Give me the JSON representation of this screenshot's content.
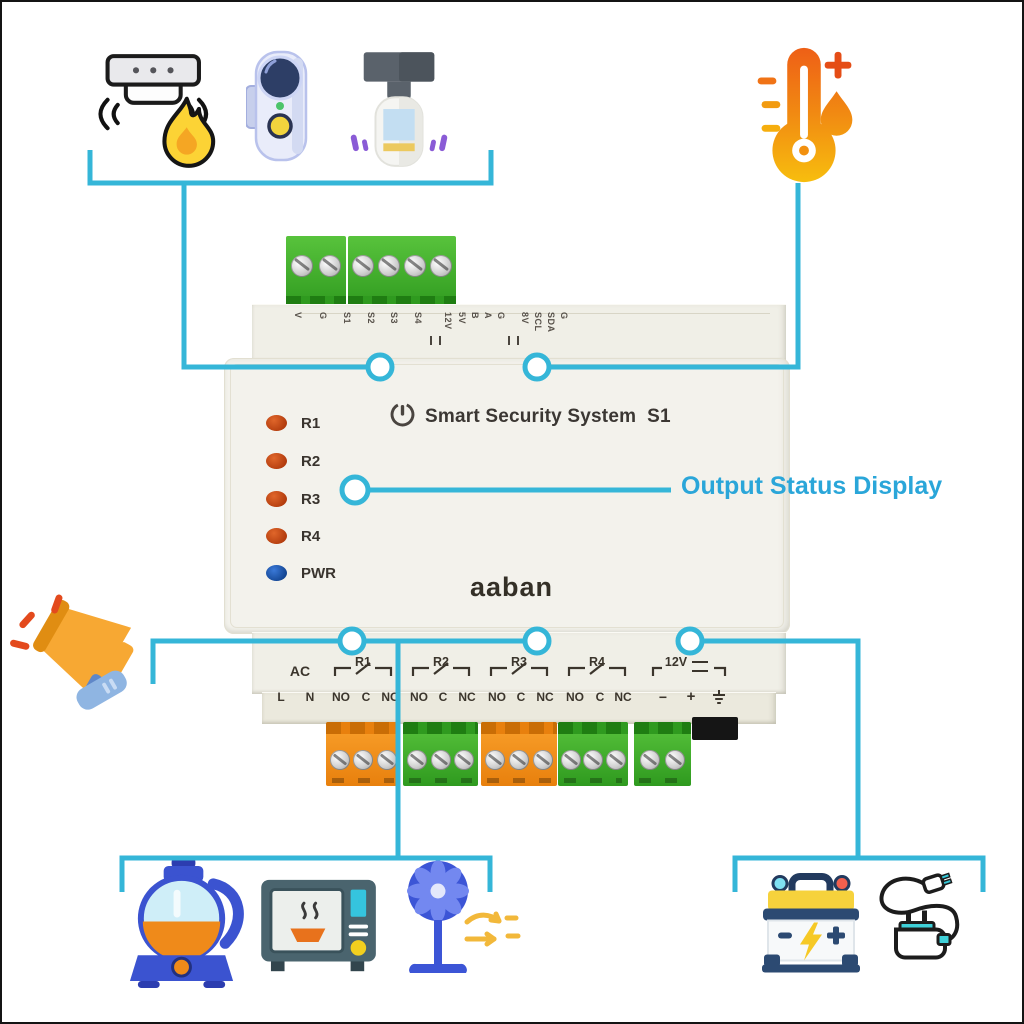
{
  "device": {
    "title": "Smart Security System  S1",
    "brand": "aaban",
    "callout": "Output Status Display",
    "logo_icon": "power-icon",
    "leds": [
      {
        "label": "R1",
        "color": "#c8481a"
      },
      {
        "label": "R2",
        "color": "#c8481a"
      },
      {
        "label": "R3",
        "color": "#c8481a"
      },
      {
        "label": "R4",
        "color": "#c8481a"
      },
      {
        "label": "PWR",
        "color": "#1d57b2"
      }
    ],
    "top_pin_groups": [
      {
        "pins": [
          "V",
          "G",
          "S1",
          "S2",
          "S3",
          "S4"
        ]
      },
      {
        "pins": [
          "12V",
          "5V",
          "B",
          "A",
          "G"
        ]
      },
      {
        "pins": [
          "8V",
          "SCL",
          "SDA",
          "G"
        ]
      }
    ],
    "ac": {
      "label": "AC",
      "pins": [
        "L",
        "N"
      ]
    },
    "relays": [
      {
        "label": "R1",
        "pins": [
          "NO",
          "C",
          "NC"
        ]
      },
      {
        "label": "R2",
        "pins": [
          "NO",
          "C",
          "NC"
        ]
      },
      {
        "label": "R3",
        "pins": [
          "NO",
          "C",
          "NC"
        ]
      },
      {
        "label": "R4",
        "pins": [
          "NO",
          "C",
          "NC"
        ]
      }
    ],
    "dc": {
      "label": "12V",
      "pins": [
        "−",
        "+",
        "⏚"
      ]
    }
  },
  "icons": {
    "top_left": [
      "smoke-fire-detector-icon",
      "door-sensor-icon",
      "motion-sensor-icon"
    ],
    "top_right": "temperature-sensor-icon",
    "left": "alarm-siren-icon",
    "bottom_left": [
      "kettle-icon",
      "microwave-icon",
      "fan-icon",
      "airflow-icon"
    ],
    "bottom_right": [
      "battery-icon",
      "power-plug-icon"
    ]
  },
  "colors": {
    "connection_line": "#35b6d8",
    "callout_text": "#2aa6d9",
    "device_face": "#f3f2ec",
    "green_terminal": "#3aa82a",
    "orange_terminal": "#f08c1d",
    "led_red": "#c8481a",
    "led_blue": "#1d57b2"
  }
}
